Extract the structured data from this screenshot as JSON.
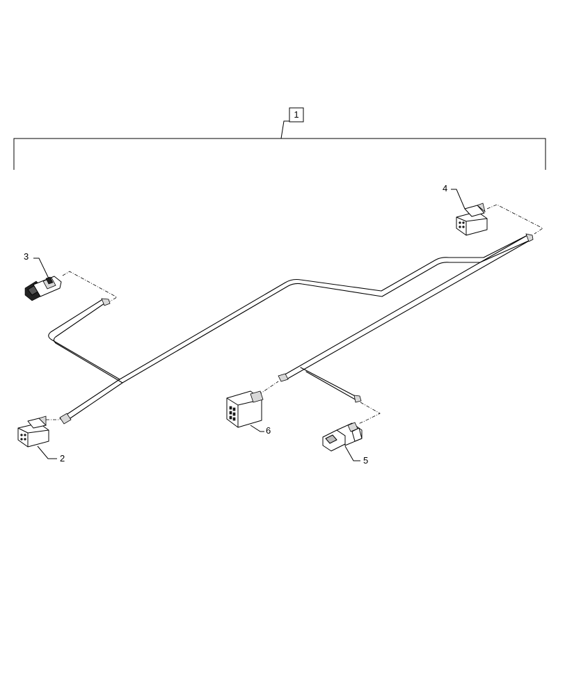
{
  "callouts": {
    "assembly": "1",
    "connector_2": "2",
    "connector_3": "3",
    "connector_4": "4",
    "connector_5": "5",
    "connector_6": "6"
  }
}
